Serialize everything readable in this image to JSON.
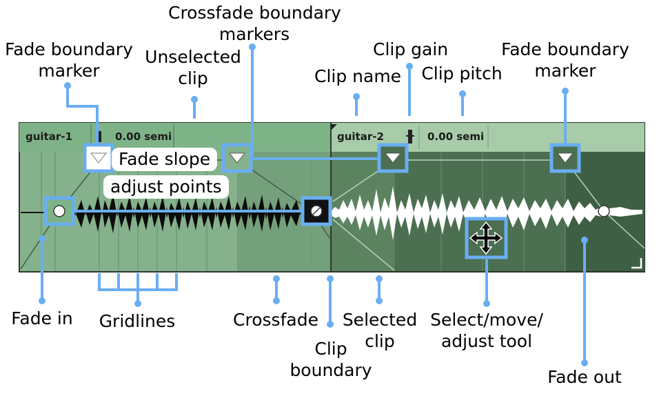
{
  "clips": {
    "left": {
      "name": "guitar-1",
      "pitch": "0.00 semi"
    },
    "right": {
      "name": "guitar-2",
      "pitch": "0.00 semi"
    }
  },
  "bubbles": {
    "line1": "Fade slope",
    "line2": "adjust points"
  },
  "labels": {
    "fade_boundary_left": [
      "Fade boundary",
      "marker"
    ],
    "unselected_clip": [
      "Unselected",
      "clip"
    ],
    "crossfade_markers": [
      "Crossfade boundary",
      "markers"
    ],
    "clip_name": "Clip name",
    "clip_gain": "Clip gain",
    "clip_pitch": "Clip pitch",
    "fade_boundary_right": [
      "Fade boundary",
      "marker"
    ],
    "fade_in": "Fade in",
    "gridlines": "Gridlines",
    "crossfade": "Crossfade",
    "clip_boundary": [
      "Clip",
      "boundary"
    ],
    "selected_clip": [
      "Selected",
      "clip"
    ],
    "select_tool": [
      "Select/move/",
      "adjust tool"
    ],
    "fade_out": "Fade out"
  },
  "colors": {
    "callout": "#6aaef2",
    "left_clip_body": "#85b28d",
    "left_clip_header": "#7eb388",
    "right_clip_body": "#4b6f50",
    "right_clip_header": "#a8cba9",
    "waveform_left": "#0d0d0d",
    "waveform_right": "#ffffff"
  }
}
